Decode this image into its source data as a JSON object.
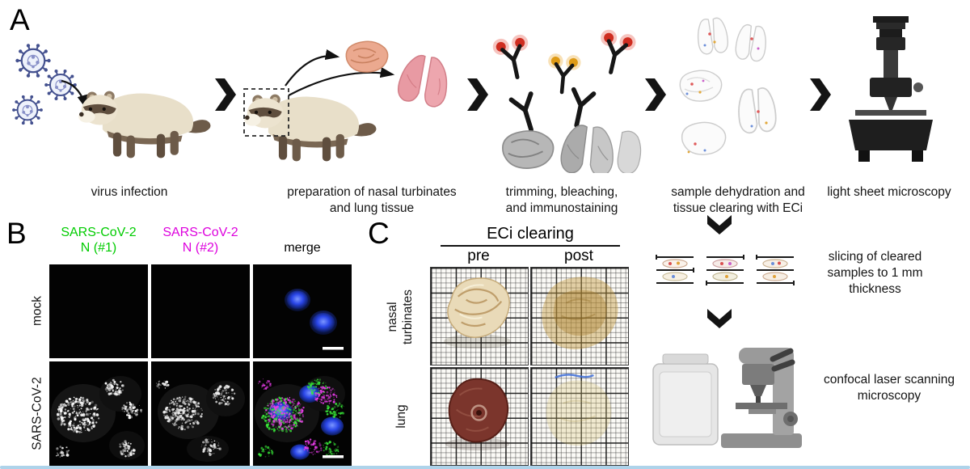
{
  "panel_a": {
    "label": "A",
    "step_captions": [
      "virus infection",
      "preparation of nasal turbinates\nand lung tissue",
      "trimming, bleaching,\nand immunostaining",
      "sample dehydration and\ntissue clearing with ECi",
      "light sheet microscopy"
    ],
    "side_captions": [
      "slicing of cleared\nsamples to 1 mm\nthickness",
      "confocal laser scanning\nmicroscopy"
    ]
  },
  "panel_b": {
    "label": "B",
    "column_headers": [
      {
        "text": "SARS-CoV-2\nN (#1)",
        "color": "#00cc00"
      },
      {
        "text": "SARS-CoV-2\nN (#2)",
        "color": "#dd00dd"
      },
      {
        "text": "merge",
        "color": "#000000"
      }
    ],
    "row_labels": [
      "mock",
      "SARS-CoV-2"
    ]
  },
  "panel_c": {
    "label": "C",
    "title": "ECi clearing",
    "column_headers": [
      "pre",
      "post"
    ],
    "row_labels": [
      "nasal\nturbinates",
      "lung"
    ]
  },
  "colors": {
    "antibody_green": "#00cc00",
    "antibody_magenta": "#dd00dd",
    "nuclei_blue": "#2a46e8",
    "bottom_border": "#aed3ea"
  }
}
